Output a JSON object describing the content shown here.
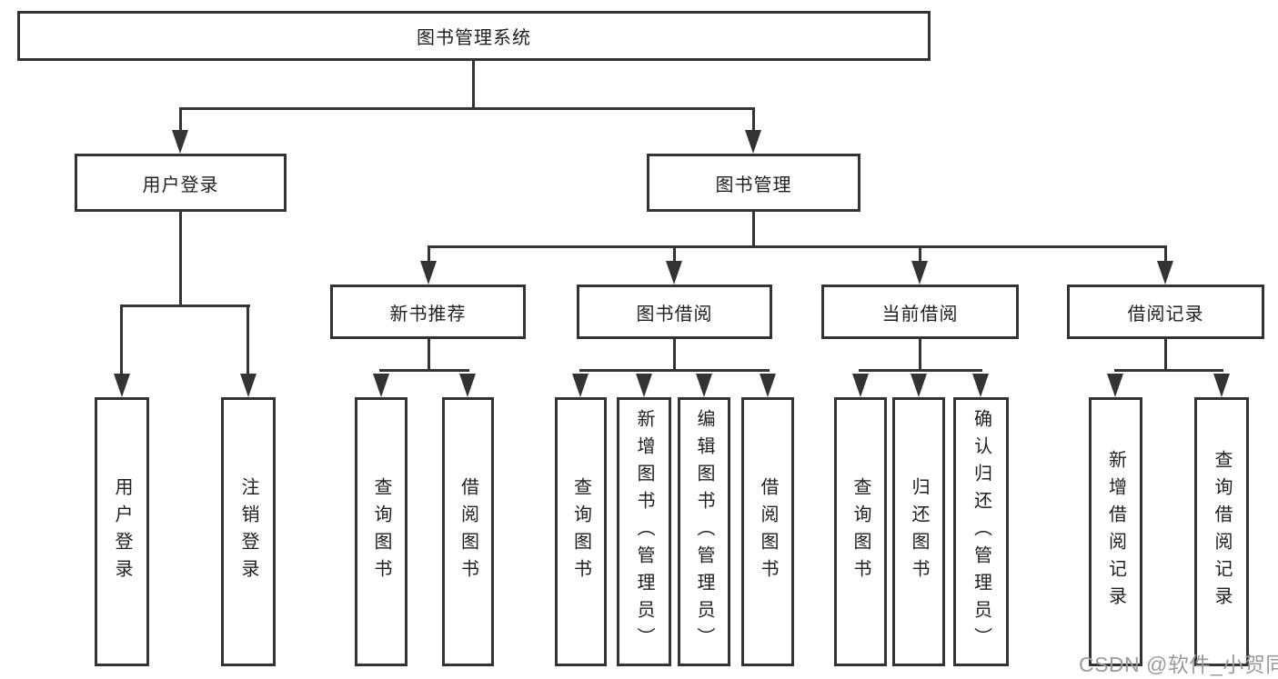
{
  "tree": {
    "root": {
      "label": "图书管理系统"
    },
    "branches": [
      {
        "label": "用户登录",
        "children": [
          {
            "label": "用户登录"
          },
          {
            "label": "注销登录"
          }
        ]
      },
      {
        "label": "图书管理",
        "children": [
          {
            "label": "新书推荐",
            "children": [
              {
                "label": "查询图书"
              },
              {
                "label": "借阅图书"
              }
            ]
          },
          {
            "label": "图书借阅",
            "children": [
              {
                "label": "查询图书"
              },
              {
                "label": "新增图书（管理员）"
              },
              {
                "label": "编辑图书（管理员）"
              },
              {
                "label": "借阅图书"
              }
            ]
          },
          {
            "label": "当前借阅",
            "children": [
              {
                "label": "查询图书"
              },
              {
                "label": "归还图书"
              },
              {
                "label": "确认归还（管理员）"
              }
            ]
          },
          {
            "label": "借阅记录",
            "children": [
              {
                "label": "新增借阅记录"
              },
              {
                "label": "查询借阅记录"
              }
            ]
          }
        ]
      }
    ]
  },
  "watermark": "CSDN @软件_小贺同学",
  "colors": {
    "line": "#333333",
    "text": "#1f1f1f",
    "background": "#ffffff",
    "watermark": "#9b9b9b"
  }
}
